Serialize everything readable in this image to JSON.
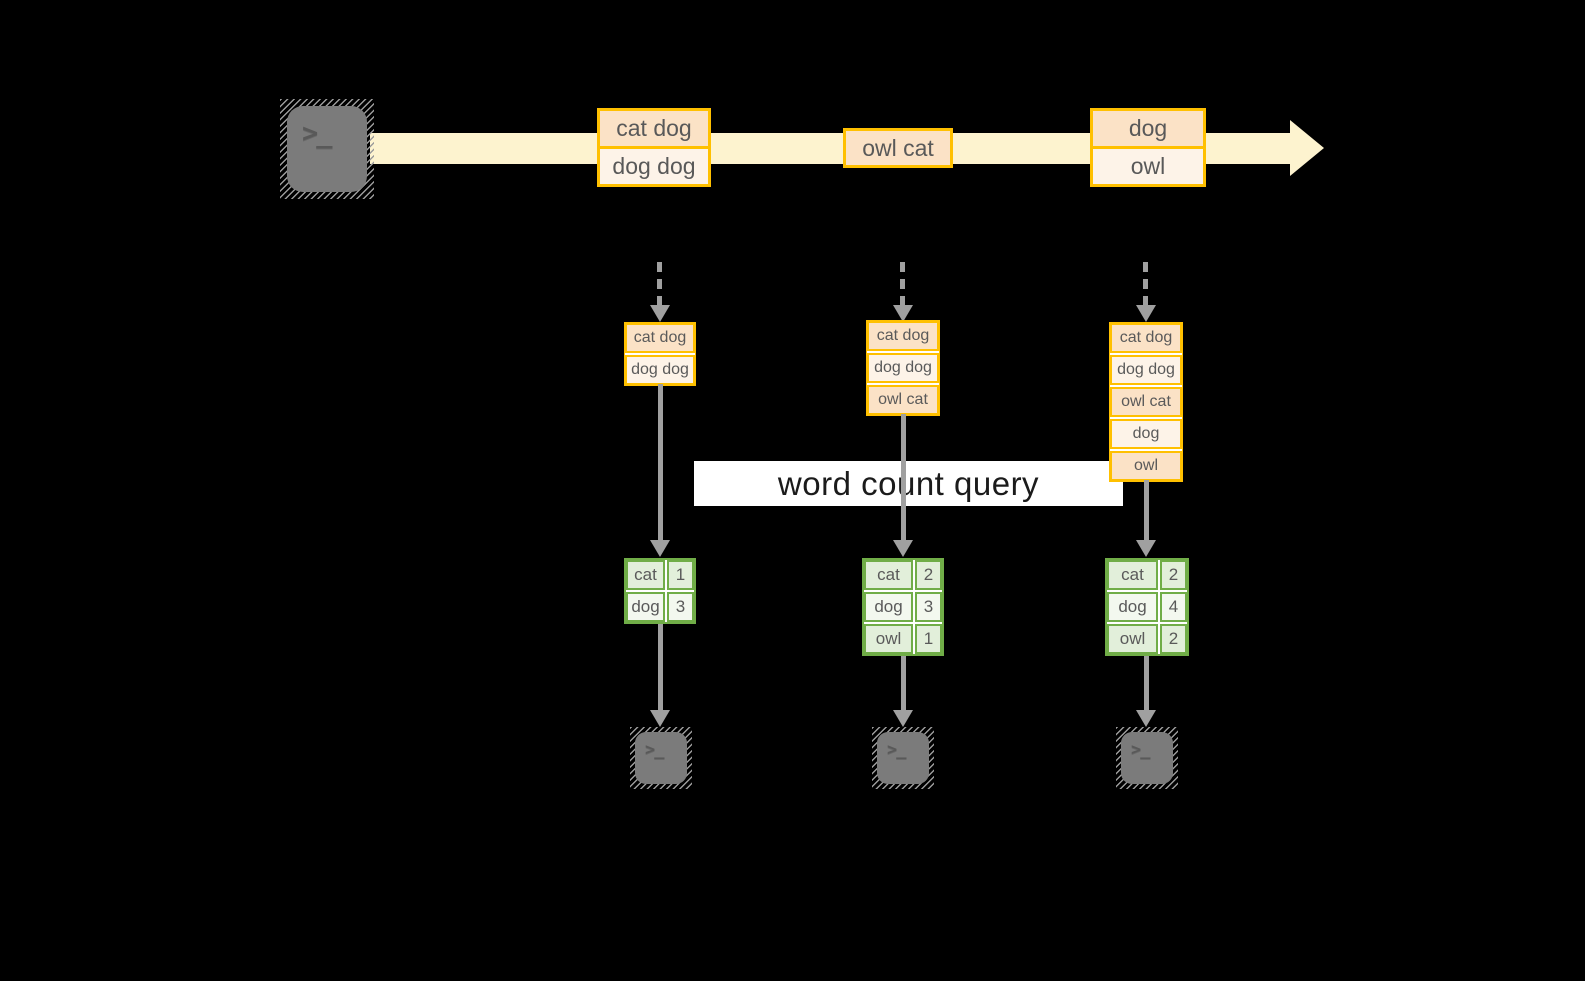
{
  "title": "streaming word count diagram",
  "query_label": "word count query",
  "icons": {
    "terminal_prompt": ">_"
  },
  "colors": {
    "background": "#000000",
    "gold_border": "#ffc000",
    "peach_fill": "#fbe2c6",
    "cream_fill": "#fdf3e8",
    "stream_fill": "#fdf3cf",
    "green_border": "#70ad47",
    "green_fill": "#e2efda",
    "green_fill_light": "#f3f8ef",
    "arrow_gray": "#a0a0a0",
    "terminal_gray": "#7b7b7b"
  },
  "stream_events": [
    {
      "lines": [
        "cat dog",
        "dog dog"
      ]
    },
    {
      "lines": [
        "owl cat"
      ]
    },
    {
      "lines": [
        "dog",
        "owl"
      ]
    }
  ],
  "columns": [
    {
      "buffer": [
        "cat dog",
        "dog dog"
      ],
      "counts": [
        {
          "word": "cat",
          "count": 1
        },
        {
          "word": "dog",
          "count": 3
        }
      ]
    },
    {
      "buffer": [
        "cat dog",
        "dog dog",
        "owl cat"
      ],
      "counts": [
        {
          "word": "cat",
          "count": 2
        },
        {
          "word": "dog",
          "count": 3
        },
        {
          "word": "owl",
          "count": 1
        }
      ]
    },
    {
      "buffer": [
        "cat dog",
        "dog dog",
        "owl cat",
        "dog",
        "owl"
      ],
      "counts": [
        {
          "word": "cat",
          "count": 2
        },
        {
          "word": "dog",
          "count": 4
        },
        {
          "word": "owl",
          "count": 2
        }
      ]
    }
  ]
}
